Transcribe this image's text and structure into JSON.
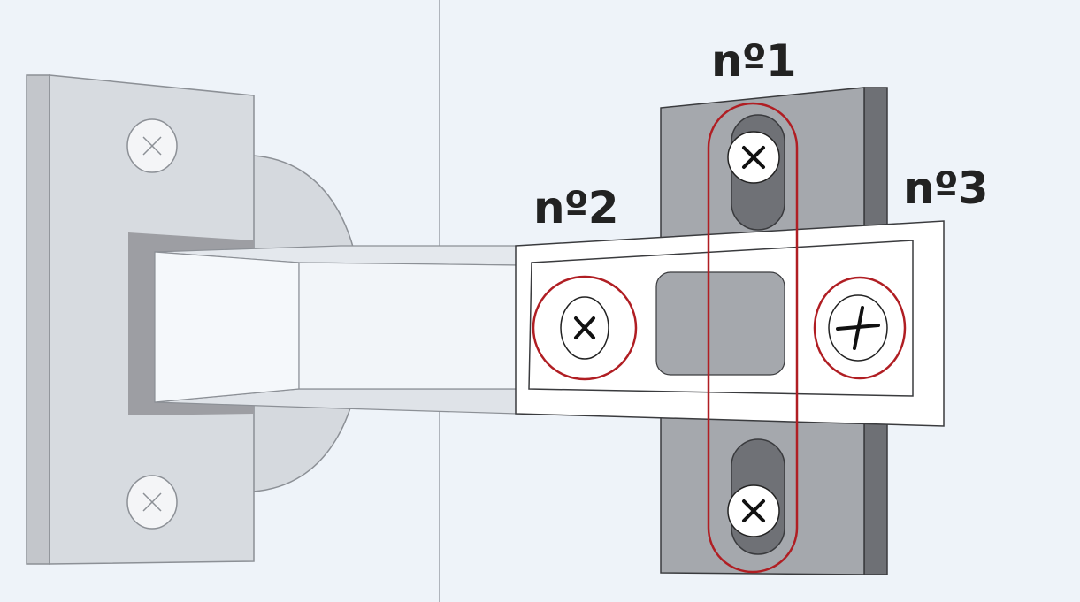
{
  "labels": {
    "screw_1": "nº1",
    "screw_2": "nº2",
    "screw_3": "nº3"
  },
  "colors": {
    "background": "#eef3f9",
    "highlight_ring": "#b01e23",
    "cup_plate": "#d7dbe0",
    "mount_plate": "#a5a8ad",
    "mount_plate_edge": "#6e7075",
    "arm": "#ffffff",
    "label_text": "#222222"
  }
}
